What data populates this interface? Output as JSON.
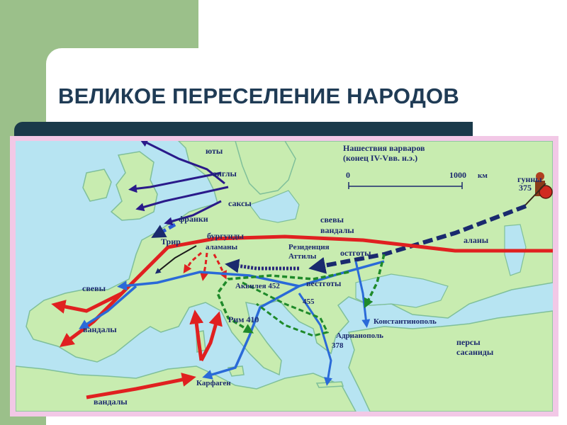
{
  "page": {
    "title": "ВЕЛИКОЕ ПЕРЕСЕЛЕНИЕ НАРОДОВ"
  },
  "map": {
    "legend": {
      "title_line1": "Нашествия варваров",
      "title_line2": "(конец IV-Vвв. н.э.)",
      "scale_start": "0",
      "scale_end": "1000",
      "scale_unit": "км"
    },
    "labels": {
      "jutes": "юты",
      "angles": "англы",
      "saxons": "саксы",
      "franks": "франки",
      "trier": "Трир",
      "burgundians": "бургунды",
      "alamanni": "аламаны",
      "suevi_vandals_line1": "свевы",
      "suevi_vandals_line2": "вандалы",
      "attila_line1": "Резиденция",
      "attila_line2": "Аттилы",
      "ostrogoths": "остготы",
      "visigoths": "вестготы",
      "alans": "аланы",
      "huns": "гунны",
      "huns_year": "375",
      "suevi_west": "свевы",
      "vandals_west": "вандалы",
      "aquileia": "Аквилея 452",
      "rome": "Рим 410",
      "year_455": "455",
      "constantinople": "Константинополь",
      "adrianople": "Адрианополь",
      "adrianople_year": "378",
      "persians_line1": "персы",
      "persians_line2": "сасаниды",
      "carthage": "Карфаген",
      "vandals_africa": "вандалы"
    },
    "colors": {
      "sea": "#b7e4f2",
      "land": "#c8ecb0",
      "border": "#7fbf9a",
      "route_huns": "#1a2a6e",
      "route_vandals_red": "#e02020",
      "route_visigoths_blue": "#2a6ad8",
      "route_ostrogoths_green": "#1f8a2a",
      "route_anglosaxons": "#2a1a8a"
    }
  }
}
